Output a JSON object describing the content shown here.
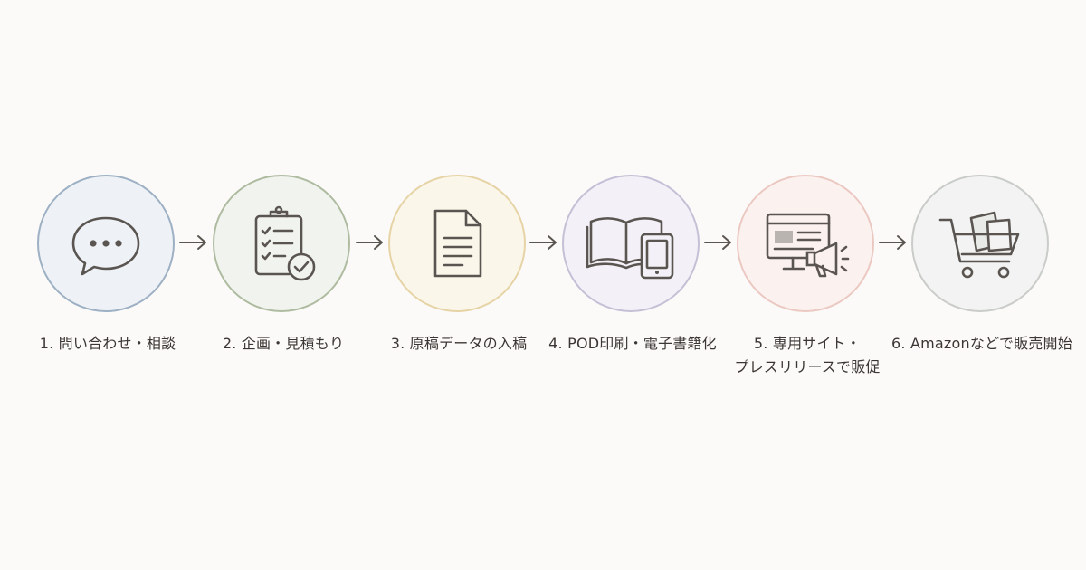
{
  "steps": [
    {
      "label_lines": [
        "1. 問い合わせ・相談"
      ],
      "icon": "chat-bubble-icon",
      "fill": "#eef2f6",
      "border": "#9db0c4"
    },
    {
      "label_lines": [
        "2. 企画・見積もり"
      ],
      "icon": "clipboard-checklist-icon",
      "fill": "#f1f4ee",
      "border": "#aebba0"
    },
    {
      "label_lines": [
        "3. 原稿データの入稿"
      ],
      "icon": "document-icon",
      "fill": "#fbf6ea",
      "border": "#e6d4a6"
    },
    {
      "label_lines": [
        "4. POD印刷・電子書籍化"
      ],
      "icon": "book-and-tablet-icon",
      "fill": "#f3f1f7",
      "border": "#c6bfd6"
    },
    {
      "label_lines": [
        "5. 専用サイト・",
        "プレスリリースで販促"
      ],
      "icon": "monitor-megaphone-icon",
      "fill": "#fbf2f0",
      "border": "#ebc9c2"
    },
    {
      "label_lines": [
        "6. Amazonなどで販売開始"
      ],
      "icon": "shopping-cart-books-icon",
      "fill": "#f2f3f2",
      "border": "#c9ccc9"
    }
  ],
  "arrow_color": "#5a5551"
}
